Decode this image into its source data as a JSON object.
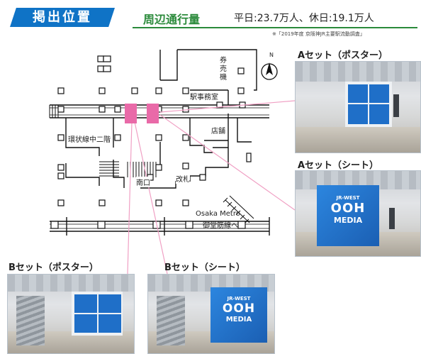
{
  "header": {
    "title": "掲出位置",
    "traffic_label": "周辺通行量",
    "traffic_values": "平日:23.7万人、休日:19.1万人",
    "note": "※「2019年度 京阪神JR主要駅流動調査」"
  },
  "map": {
    "labels": {
      "ticket_machine": "券売機",
      "station_office": "駅事務室",
      "shop": "店舗",
      "loop_line": "環状線中二階",
      "south_exit": "南口",
      "gate": "改札",
      "metro": "Osaka Metro",
      "metro_line": "御堂筋線へ",
      "north": "N"
    }
  },
  "sets": {
    "a_poster": "Aセット（ポスター）",
    "a_sheet": "Aセット（シート）",
    "b_poster": "Bセット（ポスター）",
    "b_sheet": "Bセット（シート）"
  },
  "sheet_text": {
    "line1": "JR-WEST",
    "line2": "OOH",
    "line3": "MEDIA"
  },
  "colors": {
    "badge": "#0f73c6",
    "traffic": "#2a8a3a",
    "highlight": "#e96aa8",
    "pointer": "#f0a0c4",
    "ad_blue": "#1f6fc8"
  }
}
